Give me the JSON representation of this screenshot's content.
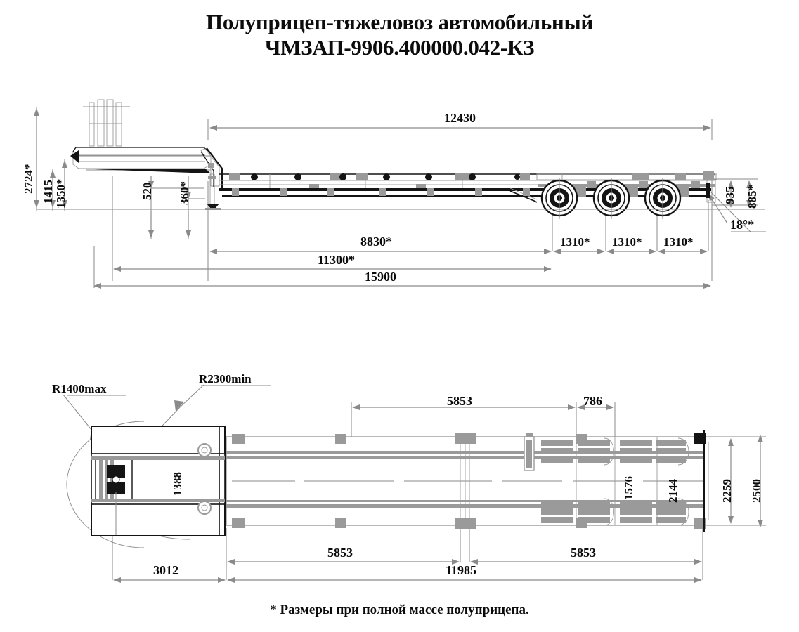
{
  "document": {
    "title_line1": "Полуприцеп-тяжеловоз автомобильный",
    "title_line2": "ЧМЗАП-9906.400000.042-КЗ",
    "footnote": "* Размеры при полной массе полуприцепа."
  },
  "side_view": {
    "name": "side-elevation-view",
    "vertical_dimensions": [
      {
        "id": "h-2724",
        "value": "2724*"
      },
      {
        "id": "h-1415",
        "value": "1415"
      },
      {
        "id": "h-1350",
        "value": "1350*"
      },
      {
        "id": "h-520",
        "value": "520"
      },
      {
        "id": "h-360",
        "value": "360*"
      },
      {
        "id": "h-935",
        "value": "935"
      },
      {
        "id": "h-885",
        "value": "885*"
      }
    ],
    "horizontal_dimensions": [
      {
        "id": "l-12430",
        "value": "12430"
      },
      {
        "id": "l-8830",
        "value": "8830*"
      },
      {
        "id": "l-11300",
        "value": "11300*"
      },
      {
        "id": "l-15900",
        "value": "15900"
      },
      {
        "id": "axle-1",
        "value": "1310*"
      },
      {
        "id": "axle-2",
        "value": "1310*"
      },
      {
        "id": "axle-3",
        "value": "1310*"
      }
    ],
    "angle_callout": {
      "id": "angle-18",
      "value": "18°*"
    }
  },
  "plan_view": {
    "name": "plan-top-view",
    "radius_callouts": [
      {
        "id": "r1400",
        "value": "R1400max"
      },
      {
        "id": "r2300",
        "value": "R2300min"
      }
    ],
    "width_dimensions": [
      {
        "id": "w-1388",
        "value": "1388"
      },
      {
        "id": "w-1576",
        "value": "1576"
      },
      {
        "id": "w-2144",
        "value": "2144"
      },
      {
        "id": "w-2259",
        "value": "2259"
      },
      {
        "id": "w-2500",
        "value": "2500"
      }
    ],
    "top_dimensions": [
      {
        "id": "t-5853",
        "value": "5853"
      },
      {
        "id": "t-786",
        "value": "786"
      }
    ],
    "bottom_dimensions": [
      {
        "id": "b-3012",
        "value": "3012"
      },
      {
        "id": "b-5853-left",
        "value": "5853"
      },
      {
        "id": "b-5853-right",
        "value": "5853"
      },
      {
        "id": "b-11985",
        "value": "11985"
      }
    ]
  },
  "colors": {
    "ink": "#0c0c0c",
    "dimension_line": "#8a8a8a",
    "structure": "#9a9a9a",
    "outline": "#141414"
  }
}
